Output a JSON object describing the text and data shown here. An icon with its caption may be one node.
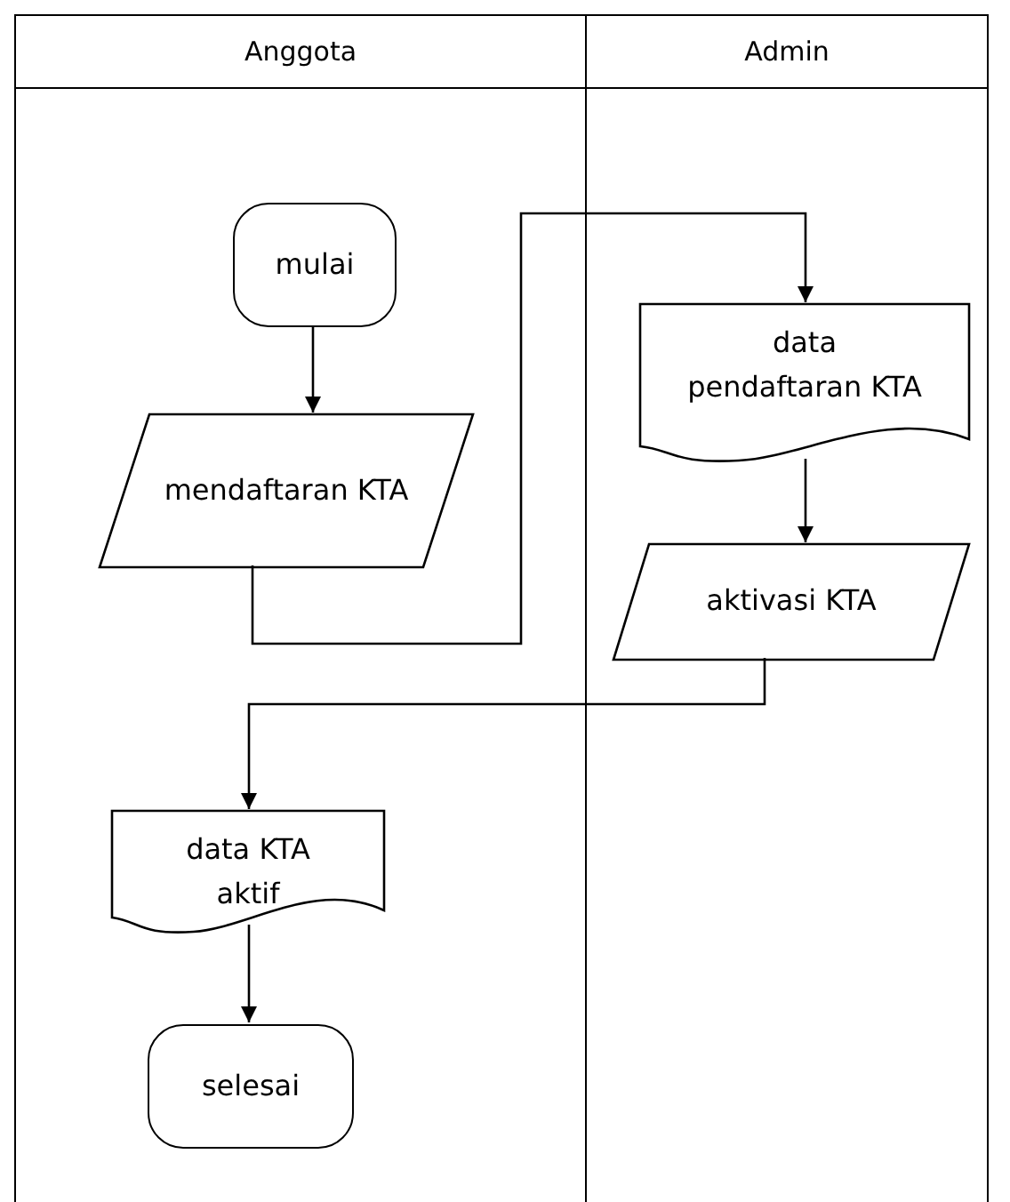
{
  "diagram": {
    "nodes": [
      {
        "text": [
          "Anggota"
        ]
      },
      {
        "text": [
          "Admin"
        ]
      },
      {
        "text": [
          "mulai"
        ],
        "in": 0
      },
      {
        "text": [
          "mendaftaran KTA"
        ],
        "in": 0
      },
      {
        "text": [
          "data pendaftaran KTA"
        ],
        "in": 1
      },
      {
        "text": [
          "aktivasi KTA"
        ],
        "in": 1
      },
      {
        "text": [
          "data KTA aktif"
        ],
        "in": 0
      },
      {
        "text": [
          "selesai"
        ],
        "in": 0
      }
    ],
    "edges": [
      {
        "from": 2,
        "to": 3,
        "arrow": "to"
      },
      {
        "from": 3,
        "to": 4,
        "arrow": "to"
      },
      {
        "from": 4,
        "to": 5,
        "arrow": "to"
      },
      {
        "from": 5,
        "to": 6,
        "arrow": "to"
      },
      {
        "from": 6,
        "to": 7,
        "arrow": "to"
      }
    ]
  }
}
